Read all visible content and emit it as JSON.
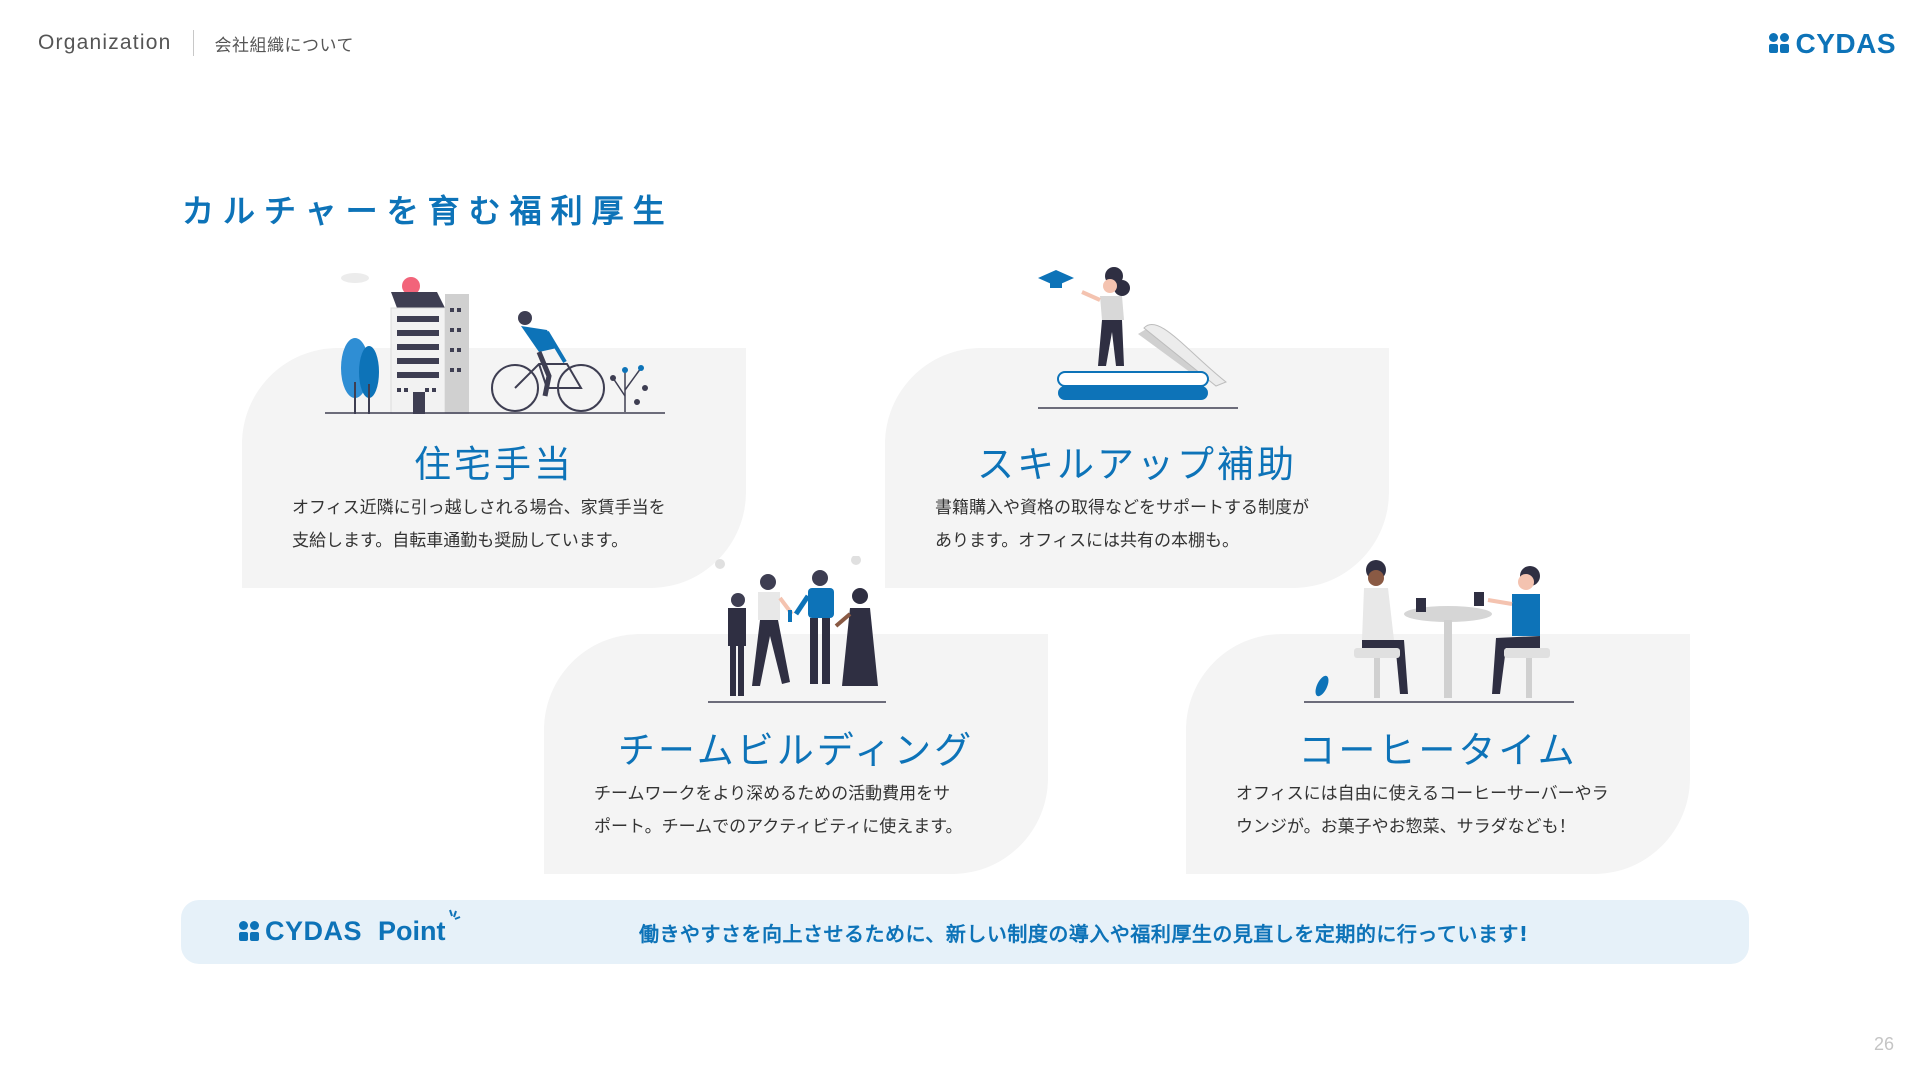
{
  "header": {
    "section_en": "Organization",
    "section_ja": "会社組織について",
    "logo_text": "CYDAS"
  },
  "page_title": "カルチャーを育む福利厚生",
  "cards": [
    {
      "title": "住宅手当",
      "desc_lines": [
        "オフィス近隣に引っ越しされる場合、家賃手当を",
        "支給します。自転車通勤も奨励しています。"
      ],
      "illustration": "building-and-cyclist-illustration"
    },
    {
      "title": "スキルアップ補助",
      "desc_lines": [
        "書籍購入や資格の取得などをサポートする制度が",
        "あります。オフィスには共有の本棚も。"
      ],
      "illustration": "person-on-books-graduation-cap-illustration"
    },
    {
      "title": "チームビルディング",
      "desc_lines": [
        "チームワークをより深めるための活動費用をサ",
        "ポート。チームでのアクティビティに使えます。"
      ],
      "illustration": "team-toasting-illustration"
    },
    {
      "title": "コーヒータイム",
      "desc_lines": [
        "オフィスには自由に使えるコーヒーサーバーやラ",
        "ウンジが。お菓子やお惣菜、サラダなども！"
      ],
      "illustration": "coffee-table-chat-illustration"
    }
  ],
  "point_banner": {
    "logo_text": "CYDAS",
    "point_word": "Point",
    "text": "働きやすさを向上させるために、新しい制度の導入や福利厚生の見直しを定期的に行っています!"
  },
  "page_number": "26",
  "colors": {
    "brand_blue": "#0d73b8",
    "card_bg": "#f4f4f4",
    "banner_bg": "#e6f1f9"
  }
}
